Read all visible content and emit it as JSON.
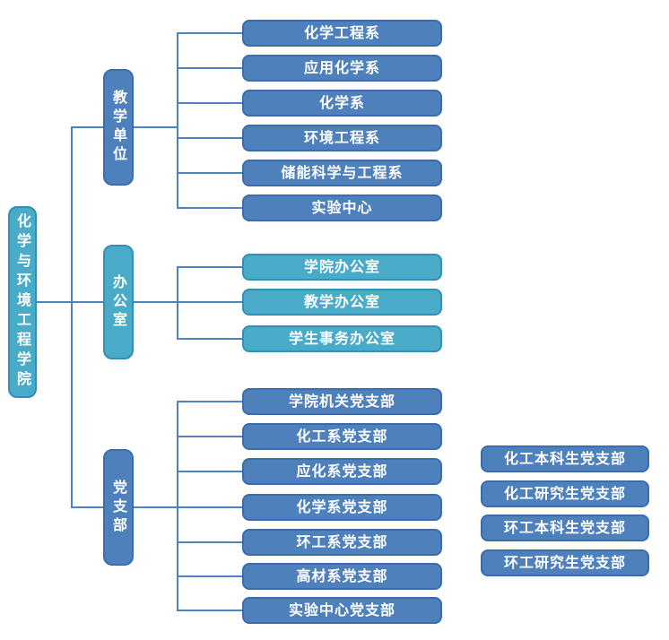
{
  "colors": {
    "blue_fill": "#4E80BC",
    "blue_border": "#3B6CAC",
    "teal_fill": "#49ABC8",
    "teal_border": "#338FB5",
    "connector_line": "#4F81BD",
    "text": "#FFFFFF",
    "background": "#FFFFFF"
  },
  "root": {
    "label": "化学与环境工程学院"
  },
  "groups": [
    {
      "label": "教学单位",
      "children": [
        "化学工程系",
        "应用化学系",
        "化学系",
        "环境工程系",
        "储能科学与工程系",
        "实验中心"
      ]
    },
    {
      "label": "办公室",
      "children": [
        "学院办公室",
        "教学办公室",
        "学生事务办公室"
      ]
    },
    {
      "label": "党支部",
      "children": [
        "学院机关党支部",
        "化工系党支部",
        "应化系党支部",
        "化学系党支部",
        "环工系党支部",
        "高材系党支部",
        "实验中心党支部"
      ]
    }
  ],
  "detached_nodes": [
    "化工本科生党支部",
    "化工研究生党支部",
    "环工本科生党支部",
    "环工研究生党支部"
  ]
}
